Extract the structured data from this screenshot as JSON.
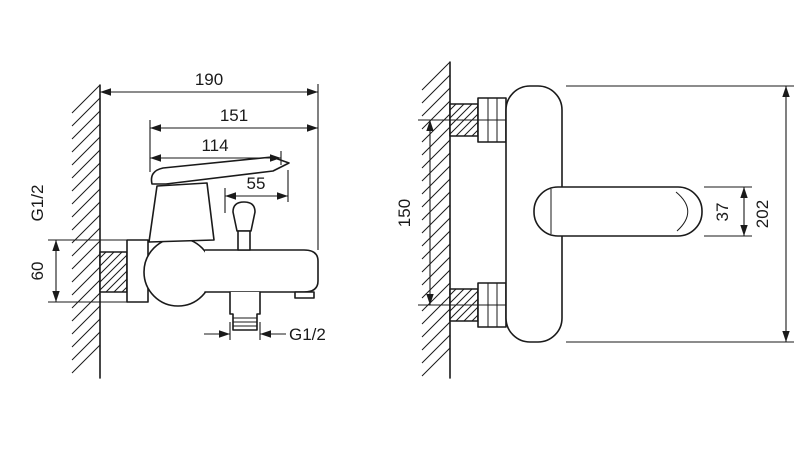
{
  "colors": {
    "ink": "#1a1a1a",
    "background": "#ffffff"
  },
  "side_view": {
    "dims": {
      "total_depth": "190",
      "spout_reach_outer": "151",
      "lever_reach": "114",
      "knob_offset": "55",
      "flange_height": "60"
    },
    "labels": {
      "inlet_thread": "G1/2",
      "outlet_thread": "G1/2"
    }
  },
  "front_view": {
    "dims": {
      "mount_centers": "150",
      "lever_height": "37",
      "total_height": "202"
    }
  }
}
